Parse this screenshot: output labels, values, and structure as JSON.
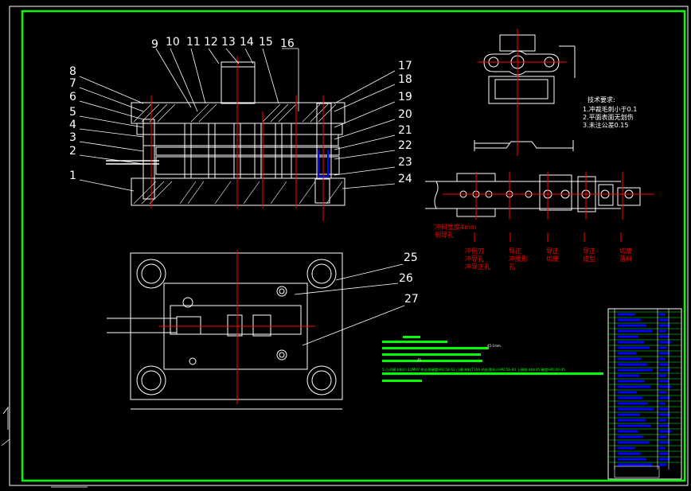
{
  "colors": {
    "background": "#000000",
    "border": "#00ff00",
    "outline": "#ffffff",
    "center_line": "#ff0000",
    "text_red": "#ff0000",
    "highlight_green": "#00ff00",
    "table_blue": "#0000ff",
    "die_blue": "#0000ff"
  },
  "part_numbers_top": [
    "9",
    "10",
    "11",
    "12",
    "13",
    "14",
    "15",
    "16"
  ],
  "part_numbers_left": [
    "8",
    "7",
    "6",
    "5",
    "4",
    "3",
    "2",
    "1"
  ],
  "part_numbers_right": [
    "17",
    "18",
    "19",
    "20",
    "21",
    "22",
    "23",
    "24"
  ],
  "part_numbers_plan": [
    "25",
    "26",
    "27"
  ],
  "tech_requirements": {
    "title": "技术要求:",
    "items": [
      "1.冲裁毛刺小于0.1",
      "2.平面表面无划伤",
      "3.未注公差0.15"
    ]
  },
  "strip_stages": [
    "冲料宽度4mm\n侧导孔",
    "冲侧刃\n冲导孔\n冲导正孔",
    "导正\n冲腰形\n孔",
    "导正\n切废",
    "导正\n成型",
    "切废\n落料"
  ],
  "notes": {
    "fragment_1": "45-1mm",
    "fragment_2": "45",
    "note_line": "5.凸凹模 材料Cr12MoV 热处理硬度HRC58-62  凸模 材料T10A 热处理淬火HRC56-60  上模座 材料45 硬度HRC40-45"
  }
}
